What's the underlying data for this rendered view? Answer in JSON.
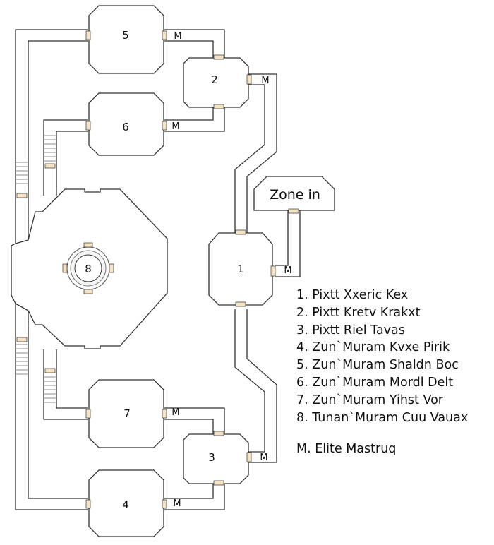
{
  "rooms": {
    "r1": "1",
    "r2": "2",
    "r3": "3",
    "r4": "4",
    "r5": "5",
    "r6": "6",
    "r7": "7",
    "r8": "8",
    "zone_in": "Zone in"
  },
  "mastruq_marker": "M",
  "legend": {
    "items": [
      "1. Pixtt Xxeric Kex",
      "2. Pixtt Kretv Krakxt",
      "3. Pixtt Riel Tavas",
      "4. Zun`Muram Kvxe Pirik",
      "5. Zun`Muram Shaldn Boc",
      "6. Zun`Muram Mordl Delt",
      "7. Zun`Muram Yihst Vor",
      "8. Tunan`Muram Cuu Vauax"
    ],
    "mastruq": "M. Elite Mastruq"
  },
  "colors": {
    "wall": "#333333",
    "door": "#f4e4c4",
    "background": "#ffffff"
  }
}
